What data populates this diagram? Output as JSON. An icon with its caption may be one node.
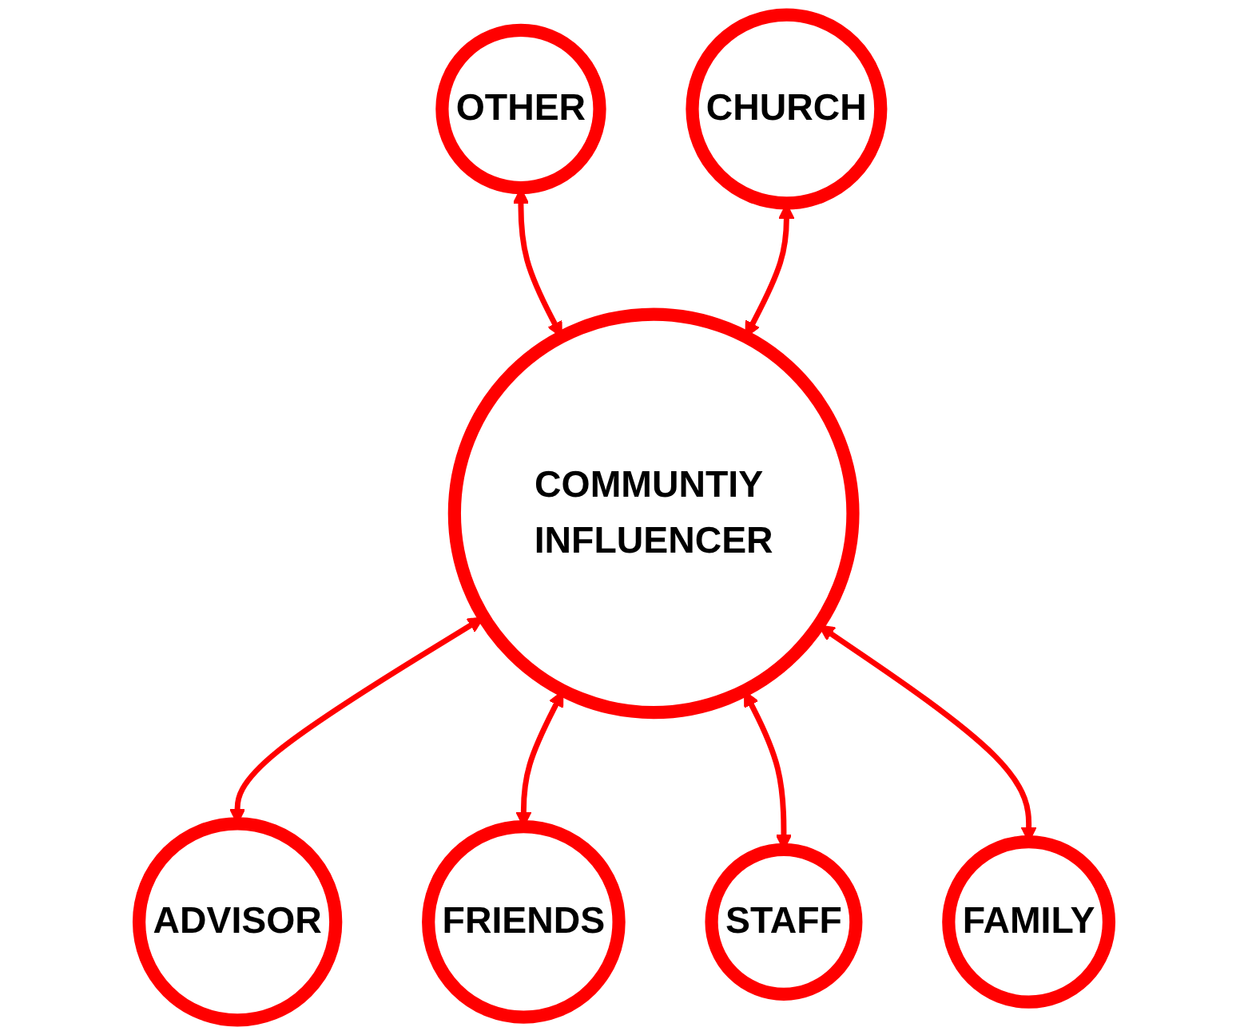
{
  "diagram": {
    "nodes": [
      {
        "text": [
          "COMMUNTIY INFLUENCER"
        ]
      },
      {
        "text": [
          "OTHER"
        ]
      },
      {
        "text": [
          "CHURCH"
        ]
      },
      {
        "text": [
          "ADVISOR"
        ]
      },
      {
        "text": [
          "FRIENDS"
        ]
      },
      {
        "text": [
          "STAFF"
        ]
      },
      {
        "text": [
          "FAMILY"
        ]
      }
    ],
    "edges": [
      {
        "from": 1,
        "to": 0,
        "arrow": "both"
      },
      {
        "from": 2,
        "to": 0,
        "arrow": "both"
      },
      {
        "from": 0,
        "to": 3,
        "arrow": "both"
      },
      {
        "from": 0,
        "to": 4,
        "arrow": "both"
      },
      {
        "from": 0,
        "to": 5,
        "arrow": "both"
      },
      {
        "from": 0,
        "to": 6,
        "arrow": "both"
      }
    ]
  }
}
